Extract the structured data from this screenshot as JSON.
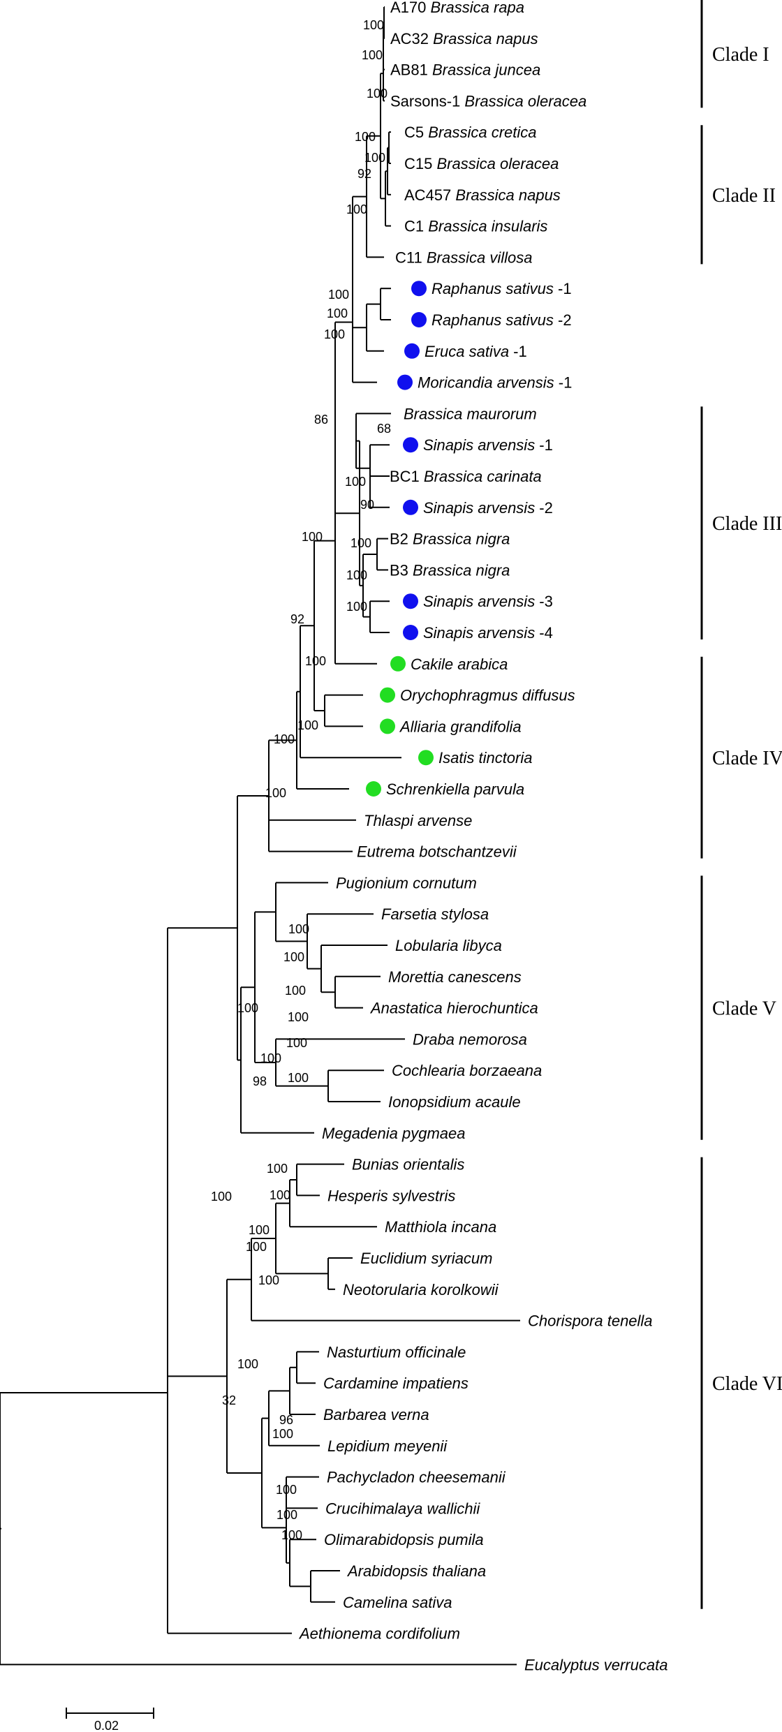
{
  "colors": {
    "blue_marker": "#1010ee",
    "green_marker": "#22dd22",
    "line": "#000000"
  },
  "tips": [
    {
      "code": "A170",
      "species": "Brassica rapa",
      "suffix": ""
    },
    {
      "code": "AC32",
      "species": "Brassica napus",
      "suffix": ""
    },
    {
      "code": "AB81",
      "species": "Brassica juncea",
      "suffix": ""
    },
    {
      "code": "Sarsons-1",
      "species": "Brassica oleracea",
      "suffix": ""
    },
    {
      "code": "C5",
      "species": "Brassica cretica",
      "suffix": ""
    },
    {
      "code": "C15",
      "species": "Brassica oleracea",
      "suffix": ""
    },
    {
      "code": "AC457",
      "species": "Brassica napus",
      "suffix": ""
    },
    {
      "code": "C1",
      "species": "Brassica insularis",
      "suffix": ""
    },
    {
      "code": "C11",
      "species": "Brassica villosa",
      "suffix": ""
    },
    {
      "code": "",
      "species": "Raphanus sativus",
      "suffix": "-1",
      "marker": "blue"
    },
    {
      "code": "",
      "species": "Raphanus sativus",
      "suffix": "-2",
      "marker": "blue"
    },
    {
      "code": "",
      "species": "Eruca sativa",
      "suffix": "-1",
      "marker": "blue"
    },
    {
      "code": "",
      "species": "Moricandia arvensis",
      "suffix": "-1",
      "marker": "blue"
    },
    {
      "code": "",
      "species": "Brassica maurorum",
      "suffix": ""
    },
    {
      "code": "",
      "species": "Sinapis arvensis",
      "suffix": "-1",
      "marker": "blue"
    },
    {
      "code": "BC1",
      "species": "Brassica carinata",
      "suffix": ""
    },
    {
      "code": "",
      "species": "Sinapis arvensis",
      "suffix": "-2",
      "marker": "blue"
    },
    {
      "code": "B2",
      "species": "Brassica nigra",
      "suffix": ""
    },
    {
      "code": "B3",
      "species": "Brassica nigra",
      "suffix": ""
    },
    {
      "code": "",
      "species": "Sinapis arvensis",
      "suffix": "-3",
      "marker": "blue"
    },
    {
      "code": "",
      "species": "Sinapis arvensis",
      "suffix": "-4",
      "marker": "blue"
    },
    {
      "code": "",
      "species": "Cakile arabica",
      "suffix": "",
      "marker": "green"
    },
    {
      "code": "",
      "species": "Orychophragmus diffusus",
      "suffix": "",
      "marker": "green"
    },
    {
      "code": "",
      "species": "Alliaria grandifolia",
      "suffix": "",
      "marker": "green"
    },
    {
      "code": "",
      "species": "Isatis tinctoria",
      "suffix": "",
      "marker": "green"
    },
    {
      "code": "",
      "species": "Schrenkiella parvula",
      "suffix": "",
      "marker": "green"
    },
    {
      "code": "",
      "species": "Thlaspi arvense",
      "suffix": ""
    },
    {
      "code": "",
      "species": "Eutrema botschantzevii",
      "suffix": ""
    },
    {
      "code": "",
      "species": "Pugionium cornutum",
      "suffix": ""
    },
    {
      "code": "",
      "species": "Farsetia stylosa",
      "suffix": ""
    },
    {
      "code": "",
      "species": "Lobularia libyca",
      "suffix": ""
    },
    {
      "code": "",
      "species": "Morettia canescens",
      "suffix": ""
    },
    {
      "code": "",
      "species": "Anastatica hierochuntica",
      "suffix": ""
    },
    {
      "code": "",
      "species": "Draba nemorosa",
      "suffix": ""
    },
    {
      "code": "",
      "species": "Cochlearia borzaeana",
      "suffix": ""
    },
    {
      "code": "",
      "species": "Ionopsidium acaule",
      "suffix": ""
    },
    {
      "code": "",
      "species": "Megadenia pygmaea",
      "suffix": ""
    },
    {
      "code": "",
      "species": "Bunias orientalis",
      "suffix": ""
    },
    {
      "code": "",
      "species": "Hesperis sylvestris",
      "suffix": ""
    },
    {
      "code": "",
      "species": "Matthiola incana",
      "suffix": ""
    },
    {
      "code": "",
      "species": "Euclidium syriacum",
      "suffix": ""
    },
    {
      "code": "",
      "species": "Neotorularia korolkowii",
      "suffix": ""
    },
    {
      "code": "",
      "species": "Chorispora tenella",
      "suffix": ""
    },
    {
      "code": "",
      "species": "Nasturtium officinale",
      "suffix": ""
    },
    {
      "code": "",
      "species": "Cardamine impatiens",
      "suffix": ""
    },
    {
      "code": "",
      "species": "Barbarea verna",
      "suffix": ""
    },
    {
      "code": "",
      "species": "Lepidium meyenii",
      "suffix": ""
    },
    {
      "code": "",
      "species": "Pachycladon cheesemanii",
      "suffix": ""
    },
    {
      "code": "",
      "species": "Crucihimalaya wallichii",
      "suffix": ""
    },
    {
      "code": "",
      "species": "Olimarabidopsis pumila",
      "suffix": ""
    },
    {
      "code": "",
      "species": "Arabidopsis thaliana",
      "suffix": ""
    },
    {
      "code": "",
      "species": "Camelina sativa",
      "suffix": ""
    },
    {
      "code": "",
      "species": "Aethionema cordifolium",
      "suffix": ""
    },
    {
      "code": "",
      "species": "Eucalyptus verrucata",
      "suffix": ""
    }
  ],
  "support_values": [
    "100",
    "100",
    "100",
    "100",
    "100",
    "92",
    "100",
    "100",
    "100",
    "100",
    "86",
    "68",
    "100",
    "90",
    "100",
    "100",
    "100",
    "100",
    "100",
    "92",
    "100",
    "100",
    "100",
    "100",
    "100",
    "100",
    "100",
    "100",
    "100",
    "98",
    "100",
    "100",
    "100",
    "100",
    "100",
    "100",
    "100",
    "32",
    "100",
    "100",
    "96",
    "100",
    "100",
    "100",
    "100"
  ],
  "clades": [
    "Clade I",
    "Clade II",
    "Clade III",
    "Clade IV",
    "Clade V",
    "Clade VI"
  ],
  "scale_bar": {
    "label": "0.02"
  }
}
